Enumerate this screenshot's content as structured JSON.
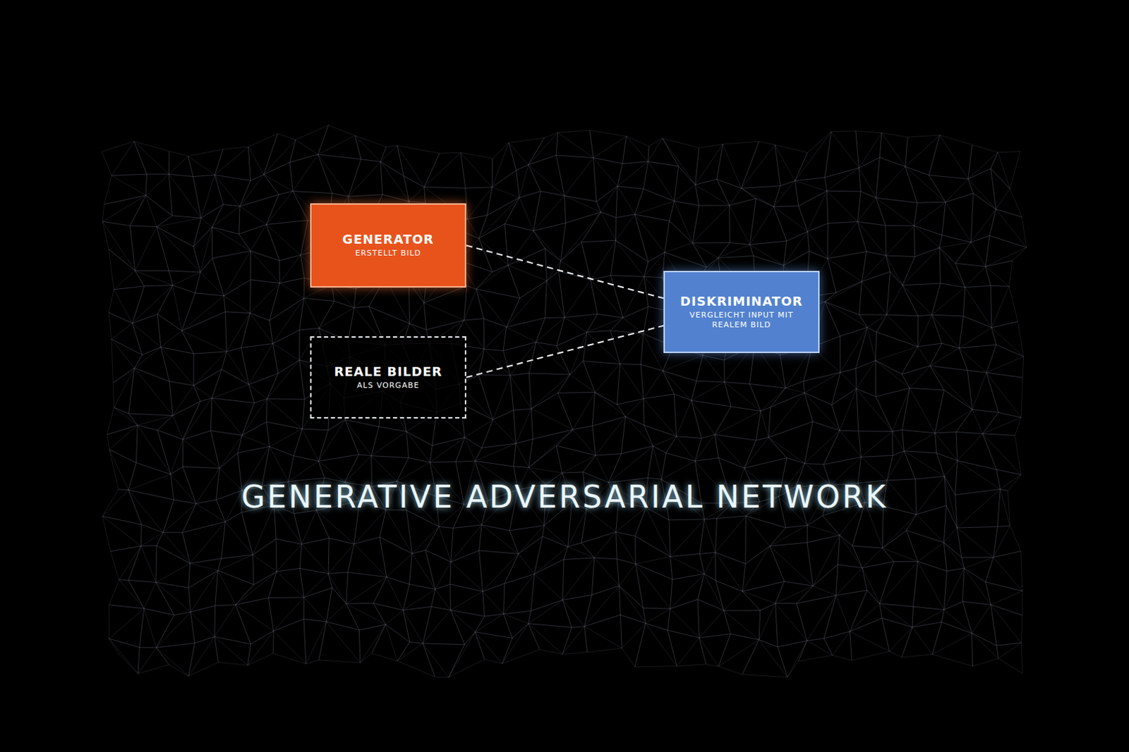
{
  "diagram": {
    "title": "GENERATIVE ADVERSARIAL NETWORK",
    "nodes": [
      {
        "text": [
          "GENERATOR",
          "ERSTELLT BILD"
        ]
      },
      {
        "text": [
          "REALE BILDER",
          "ALS VORGABE"
        ]
      },
      {
        "text": [
          "DISKRIMINATOR",
          "VERGLEICHT INPUT MIT REALEM BILD"
        ]
      }
    ],
    "edges": [
      {
        "from": 0,
        "to": 2,
        "arrow": "none"
      },
      {
        "from": 1,
        "to": 2,
        "arrow": "none"
      }
    ]
  }
}
